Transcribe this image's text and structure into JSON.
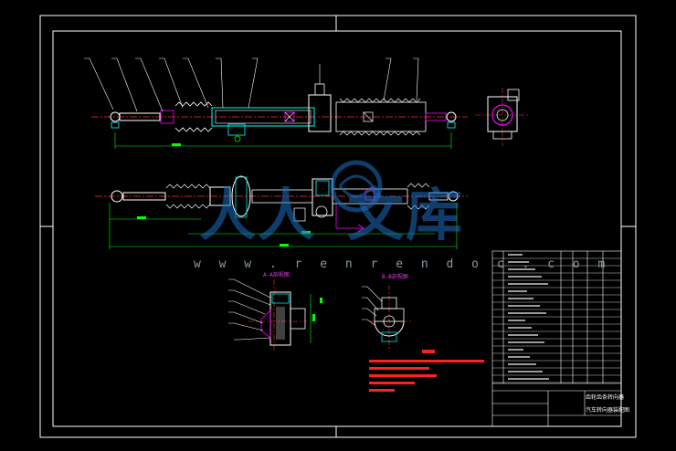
{
  "drawing": {
    "watermark_url": "w w w . r e n r e n d o c . c o m",
    "watermark_cn_1": "人",
    "watermark_cn_2": "人",
    "watermark_cn_3": "文",
    "watermark_cn_4": "库",
    "section_label_left": "A-A剖视图",
    "section_label_right": "B-B剖视图",
    "title_block_name": "齿轮齿条转向器",
    "title_block_school": "汽车转向器装配图"
  },
  "colors": {
    "background": "#000000",
    "frame": "#ffffff",
    "part_outline": "#ffffff",
    "dimension": "#00ff00",
    "center_line": "#ff3030",
    "hatch": "#00ffff",
    "highlight": "#ff00ff",
    "annotation_red": "#ff2020"
  }
}
